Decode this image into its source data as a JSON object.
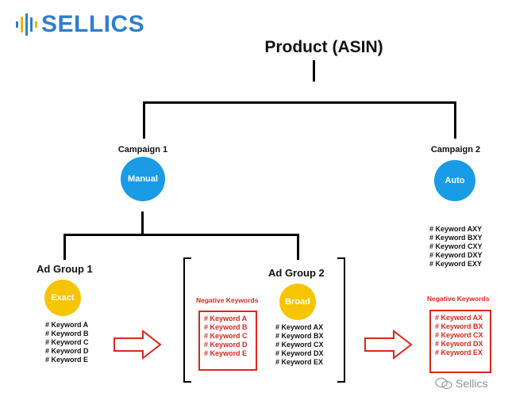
{
  "brand": {
    "logo_text": "SELLICS",
    "watermark": "Sellics"
  },
  "title": "Product (ASIN)",
  "campaign1": {
    "label": "Campaign 1",
    "type": "Manual"
  },
  "campaign2": {
    "label": "Campaign 2",
    "type": "Auto",
    "keywords": [
      "# Keyword AXY",
      "# Keyword BXY",
      "# Keyword CXY",
      "# Keyword DXY",
      "# Keyword EXY"
    ],
    "negative_label": "Negative Keywords",
    "negative_keywords": [
      "# Keyword AX",
      "# Keyword BX",
      "# Keyword CX",
      "# Keyword DX",
      "# Keyword EX"
    ]
  },
  "adgroup1": {
    "label": "Ad Group 1",
    "match": "Exact",
    "keywords": [
      "# Keyword A",
      "# Keyword B",
      "# Keyword C",
      "# Keyword D",
      "# Keyword E"
    ]
  },
  "adgroup2": {
    "label": "Ad Group 2",
    "match": "Broad",
    "negative_label": "Negative Keywords",
    "negative_keywords": [
      "# Keyword A",
      "# Keyword B",
      "# Keyword C",
      "# Keyword D",
      "# Keyword E"
    ],
    "keywords": [
      "# Keyword AX",
      "# Keyword BX",
      "# Keyword CX",
      "# Keyword DX",
      "# Keyword EX"
    ]
  },
  "colors": {
    "brand_blue": "#2f7fc9",
    "circle_blue": "#1a9be6",
    "circle_yellow": "#f7c400",
    "negative_red": "#e0251c"
  }
}
